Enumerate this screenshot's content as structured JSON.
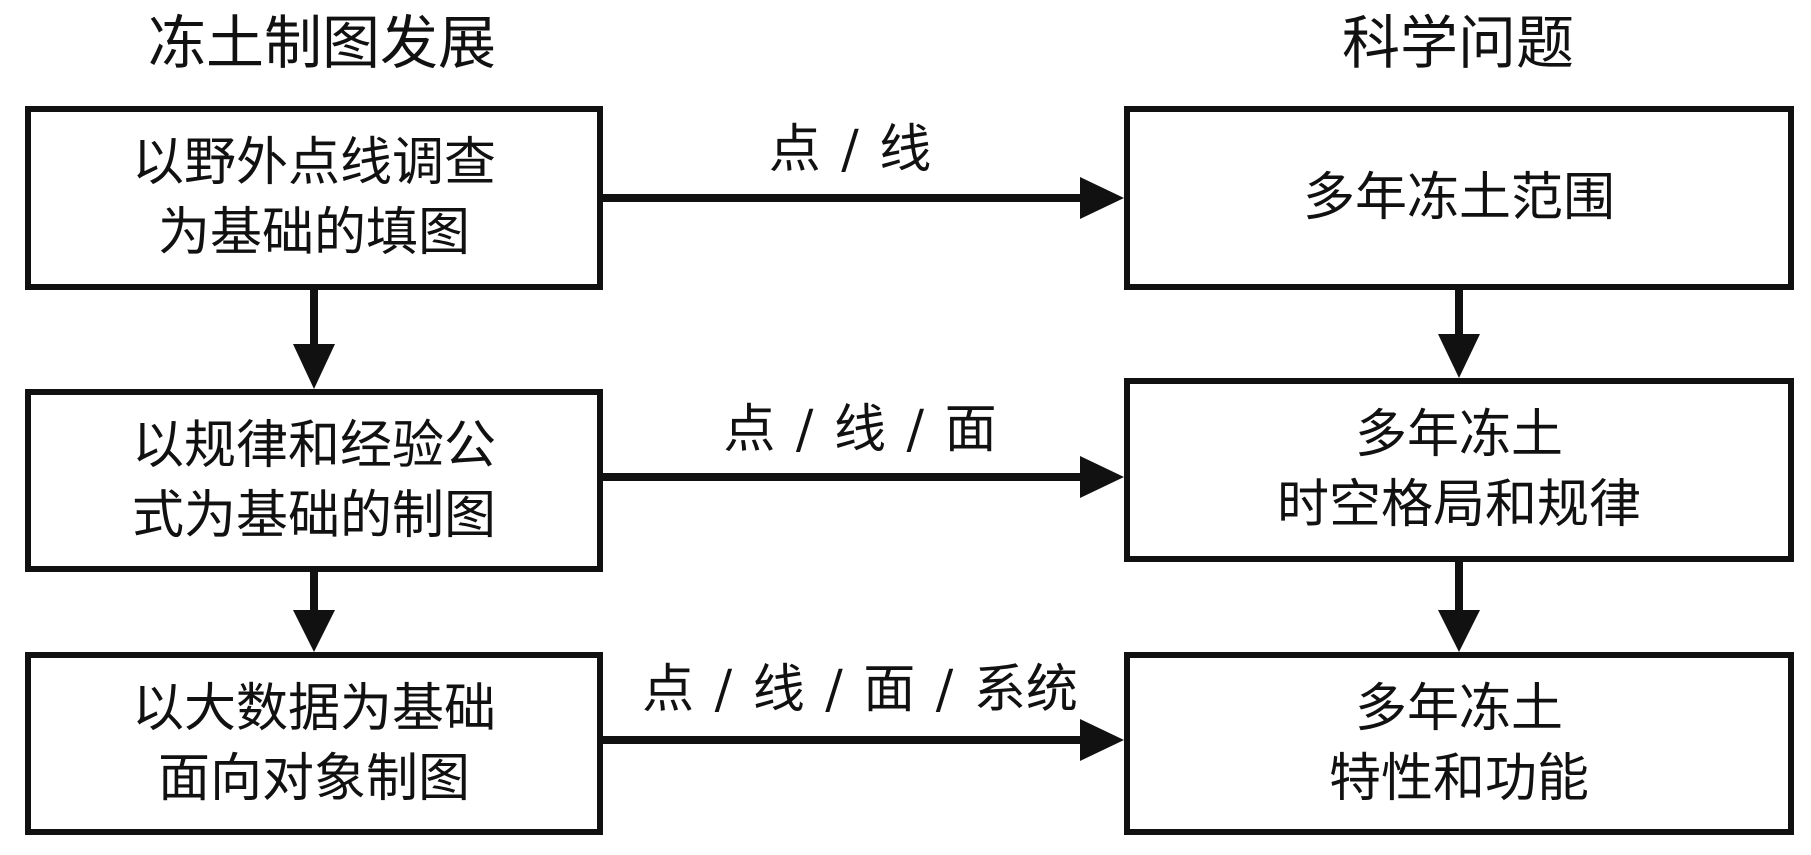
{
  "headings": {
    "left": "冻土制图发展",
    "right": "科学问题"
  },
  "left_boxes": [
    {
      "lines": [
        "以野外点线调查",
        "为基础的填图"
      ]
    },
    {
      "lines": [
        "以规律和经验公",
        "式为基础的制图"
      ]
    },
    {
      "lines": [
        "以大数据为基础",
        "面向对象制图"
      ]
    }
  ],
  "right_boxes": [
    {
      "lines": [
        "多年冻土范围"
      ]
    },
    {
      "lines": [
        "多年冻土",
        "时空格局和规律"
      ]
    },
    {
      "lines": [
        "多年冻土",
        "特性和功能"
      ]
    }
  ],
  "arrow_labels": [
    "点 / 线",
    "点 / 线 / 面",
    "点 / 线 / 面 / 系统"
  ]
}
